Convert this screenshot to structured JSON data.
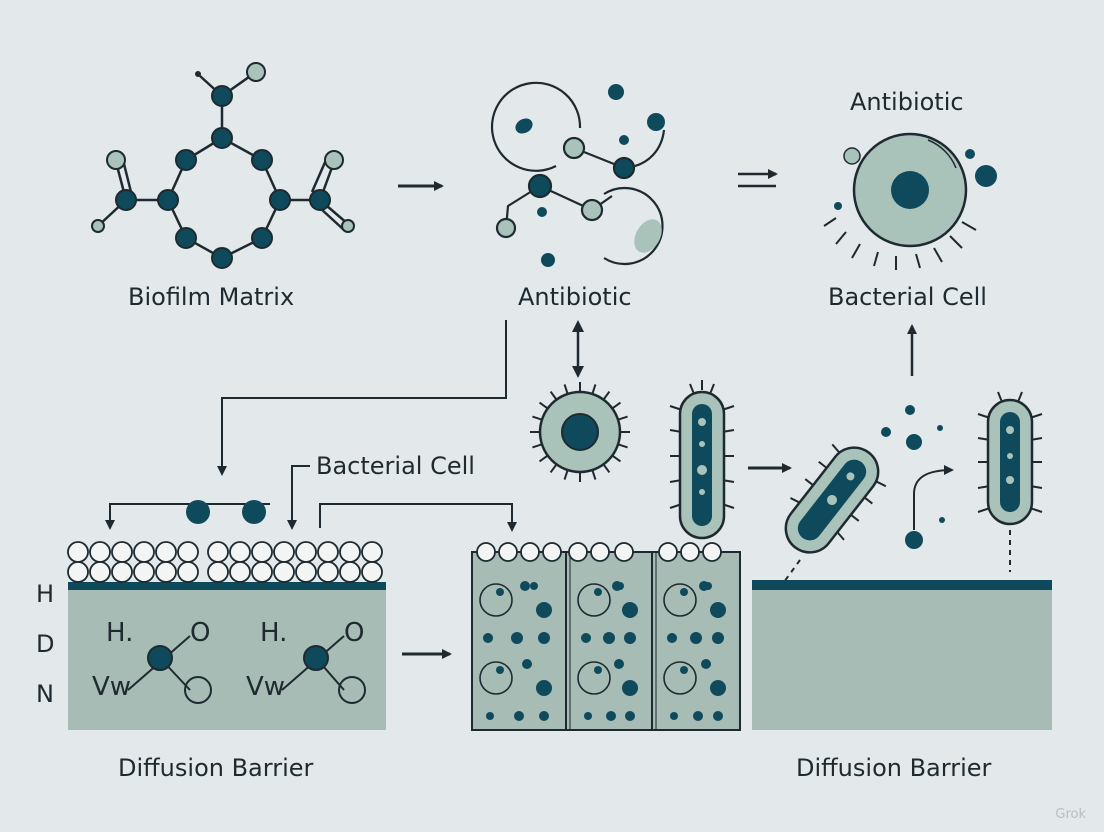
{
  "labels": {
    "biofilm_matrix": "Biofilm Matrix",
    "antibiotic_center": "Antibiotic",
    "antibiotic_top_right": "Antibiotic",
    "bacterial_cell_right": "Bacterial Cell",
    "bacterial_cell_middle": "Bacterial Cell",
    "diffusion_barrier_left": "Diffusion Barrier",
    "diffusion_barrier_right": "Diffusion Barrier",
    "side_letters": [
      "H",
      "D",
      "N"
    ],
    "molecule_left": {
      "h": "H.",
      "o": "O",
      "vw": "Vw"
    },
    "molecule_right": {
      "h": "H.",
      "o": "O",
      "vw": "Vw"
    }
  },
  "watermark": "Grok",
  "colors": {
    "background": "#e3e8ea",
    "dark_teal": "#0f4a5c",
    "light_sage": "#a9c3bb",
    "barrier_fill": "#a6bcb4",
    "line": "#1e2a30"
  }
}
